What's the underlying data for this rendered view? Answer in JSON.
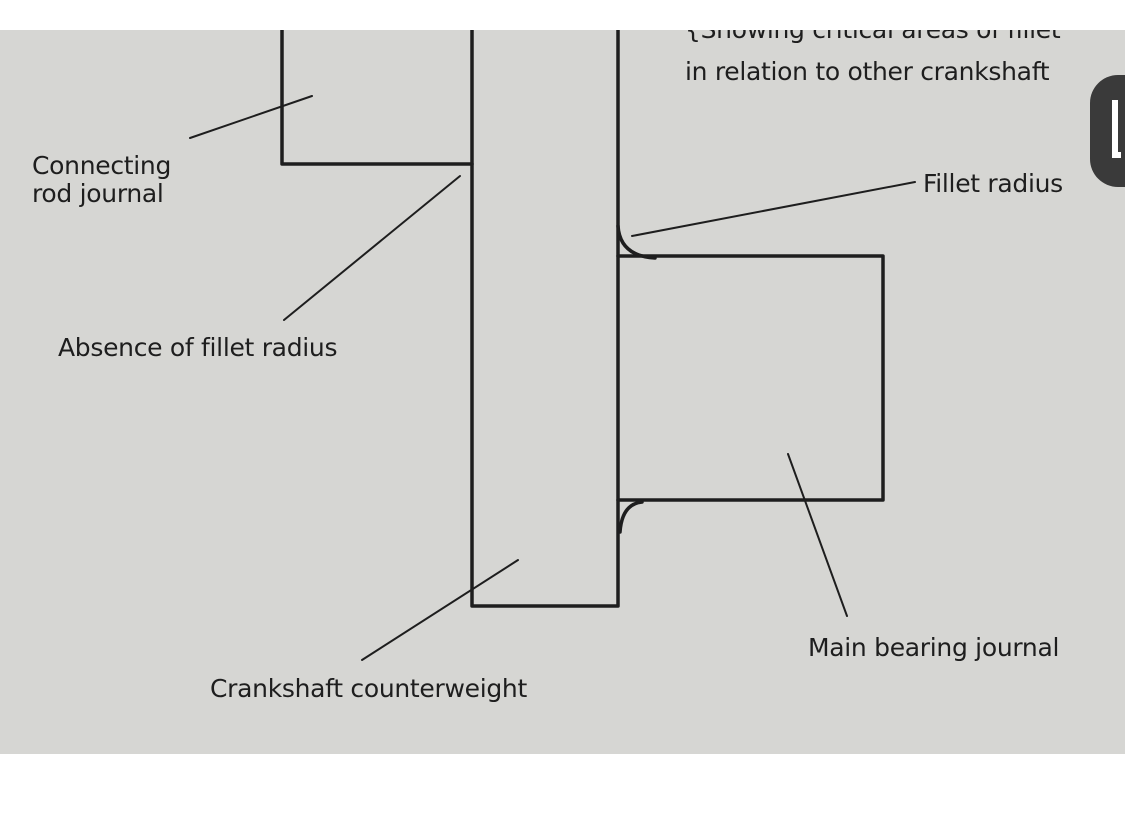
{
  "caption": {
    "line1": "{Showing critical areas of fillet",
    "line2": "in relation to other crankshaft"
  },
  "labels": {
    "connecting_rod_journal": "Connecting\nrod journal",
    "fillet_radius": "Fillet radius",
    "absence_of_fillet_radius": "Absence of fillet radius",
    "main_bearing_journal": "Main bearing journal",
    "crankshaft_counterweight": "Crankshaft counterweight"
  },
  "colors": {
    "paper": "#d6d6d3",
    "ink": "#1e1e1e",
    "badge": "#3a3a3a"
  }
}
